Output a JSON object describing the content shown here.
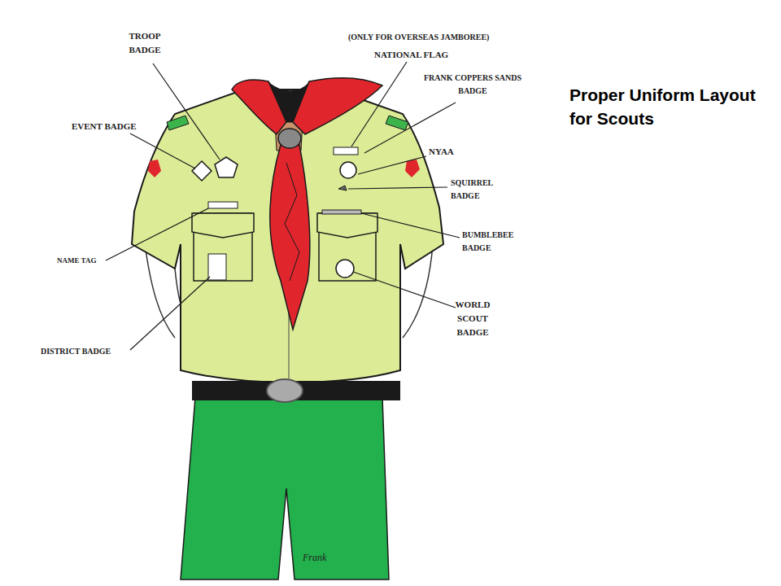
{
  "diagram": {
    "title": "Proper Uniform Layout for Scouts",
    "labels": [
      "TROOP BADGE",
      "(ONLY FOR OVERSEAS JAMBOREE)",
      "NATIONAL FLAG",
      "FRANK COPPERS SANDS BADGE",
      "EVENT BADGE",
      "NYAA",
      "SQUIRREL BADGE",
      "BUMBLEBEE BADGE",
      "NAME TAG",
      "WORLD SCOUT BADGE",
      "DISTRICT BADGE",
      "Frank"
    ]
  }
}
